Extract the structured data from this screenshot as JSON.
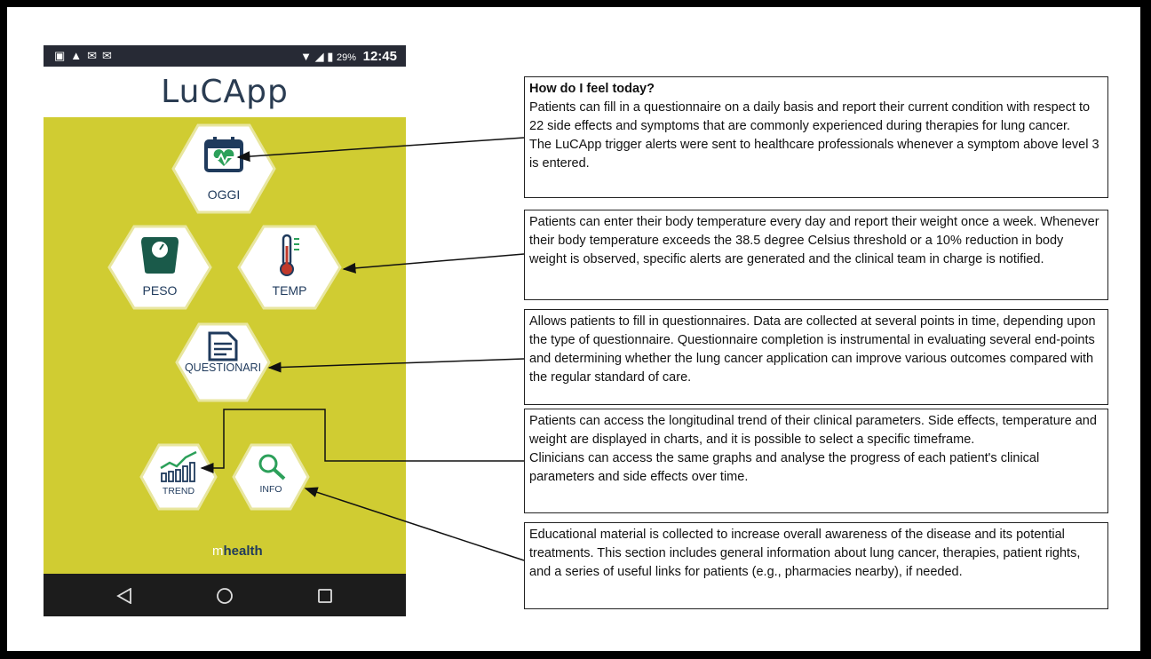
{
  "phone": {
    "status_time": "12:45",
    "battery_pct": "29%",
    "app_title": "LuCApp",
    "buttons": {
      "oggi": "OGGI",
      "peso": "PESO",
      "temp": "TEMP",
      "questionari": "QUESTIONARI",
      "trend": "TREND",
      "info": "INFO"
    },
    "brand": {
      "prefix": "m",
      "name": "health"
    },
    "colors": {
      "background": "#d0cc32",
      "hex_icon": "#1a5a4a",
      "status_bar": "#272a35"
    }
  },
  "descriptions": {
    "oggi": {
      "heading": "How do I feel today?",
      "p1": "Patients can fill in a questionnaire on a daily basis and report their current condition with respect to 22 side effects and symptoms that are commonly experienced during therapies for lung cancer.",
      "p2": "The LuCApp trigger alerts were sent to healthcare professionals whenever a symptom above level 3 is entered."
    },
    "peso_temp": {
      "p1": "Patients can enter their body temperature every day and report their weight once a week. Whenever their body temperature exceeds the 38.5 degree Celsius threshold or a 10% reduction in body weight is observed, specific alerts are generated and the clinical team in charge is notified."
    },
    "questionari": {
      "p1": "Allows patients to fill in questionnaires. Data are collected at several points in time, depending upon the type of questionnaire. Questionnaire completion is instrumental in evaluating several end-points and determining whether the lung cancer application can improve various outcomes compared with the regular standard of care."
    },
    "trend": {
      "p1": "Patients can access the longitudinal trend of their clinical parameters. Side effects, temperature and weight are displayed in charts, and it is possible to select a specific timeframe.",
      "p2": "Clinicians can access the same graphs and analyse the progress of each   patient's clinical parameters and side effects over time."
    },
    "info": {
      "p1": "Educational material is collected to increase overall awareness of the disease and its potential treatments.  This section includes general information about lung cancer, therapies, patient rights, and a series of useful links for patients (e.g., pharmacies nearby), if needed."
    }
  }
}
